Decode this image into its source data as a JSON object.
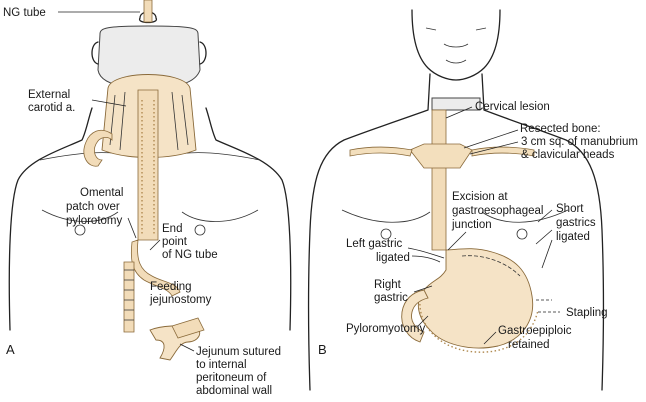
{
  "figure": {
    "panels": [
      "A",
      "B"
    ],
    "panel_a": {
      "labels": {
        "ng_tube": "NG tube",
        "external_carotid_1": "External",
        "external_carotid_2": "carotid a.",
        "omental_1": "Omental",
        "omental_2": "patch over",
        "omental_3": "pylorotomy",
        "end_point_1": "End",
        "end_point_2": "point",
        "end_point_3": "of NG tube",
        "feeding_1": "Feeding",
        "feeding_2": "jejunostomy",
        "jejunum_1": "Jejunum sutured",
        "jejunum_2": "to internal",
        "jejunum_3": "peritoneum of",
        "jejunum_4": "abdominal wall"
      }
    },
    "panel_b": {
      "labels": {
        "cervical_lesion": "Cervical lesion",
        "resected_1": "Resected bone:",
        "resected_2": "3 cm sq. of manubrium",
        "resected_3": "& clavicular heads",
        "excision_1": "Excision at",
        "excision_2": "gastroesophageal",
        "excision_3": "junction",
        "left_gastric_1": "Left gastric",
        "left_gastric_2": "ligated",
        "short_gastrics_1": "Short",
        "short_gastrics_2": "gastrics",
        "short_gastrics_3": "ligated",
        "right_gastric_1": "Right",
        "right_gastric_2": "gastric",
        "stapling": "Stapling",
        "pyloromyotomy": "Pyloromyotomy",
        "gastroepiploic_1": "Gastroepiploic",
        "gastroepiploic_2": "retained"
      }
    }
  }
}
